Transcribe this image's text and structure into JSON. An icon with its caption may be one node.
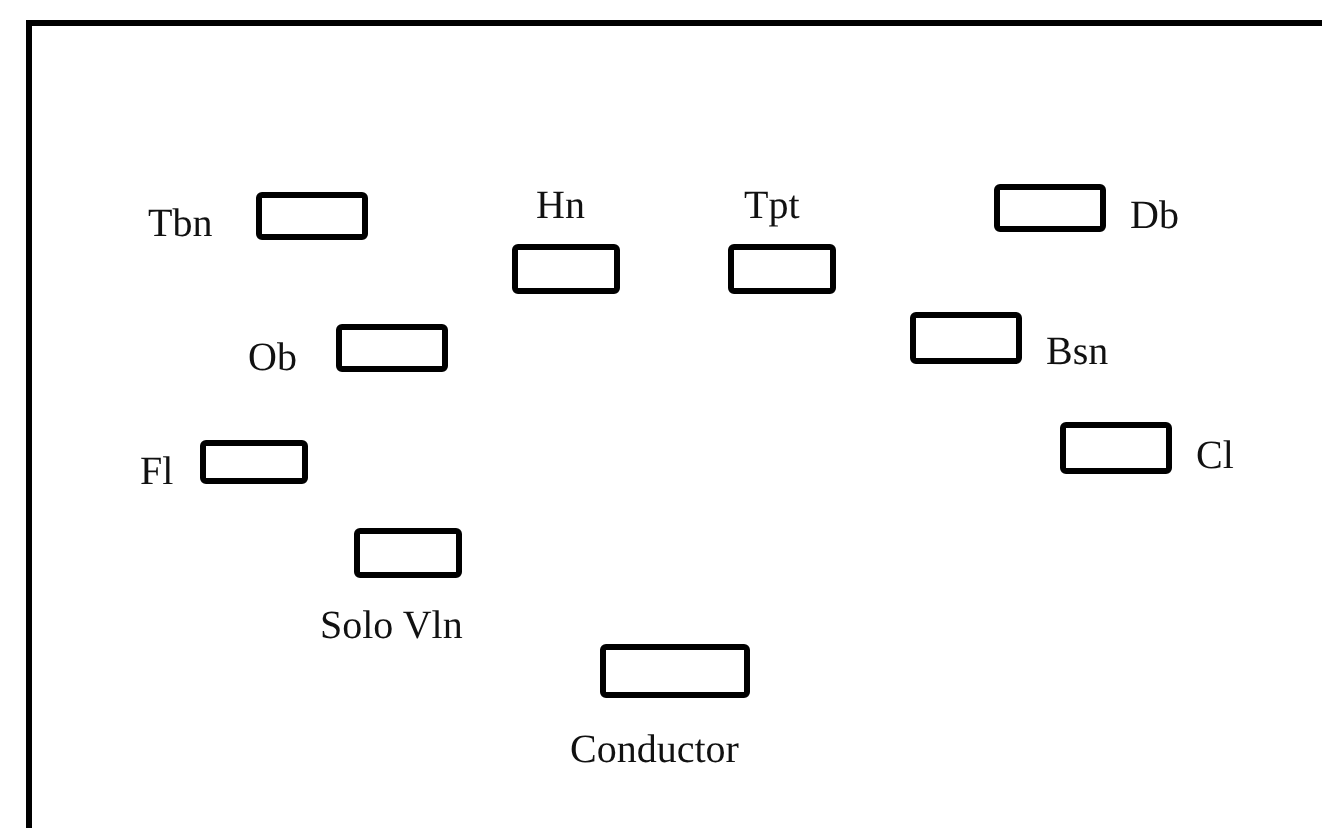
{
  "diagram": {
    "nodes": [
      {
        "text": [
          "Tbn"
        ]
      },
      {
        "text": [
          "Hn"
        ]
      },
      {
        "text": [
          "Tpt"
        ]
      },
      {
        "text": [
          "Db"
        ]
      },
      {
        "text": [
          "Ob"
        ]
      },
      {
        "text": [
          "Bsn"
        ]
      },
      {
        "text": [
          "Fl"
        ]
      },
      {
        "text": [
          "Cl"
        ]
      },
      {
        "text": [
          "Solo Vln"
        ]
      },
      {
        "text": [
          "Conductor"
        ]
      }
    ],
    "edges": []
  }
}
